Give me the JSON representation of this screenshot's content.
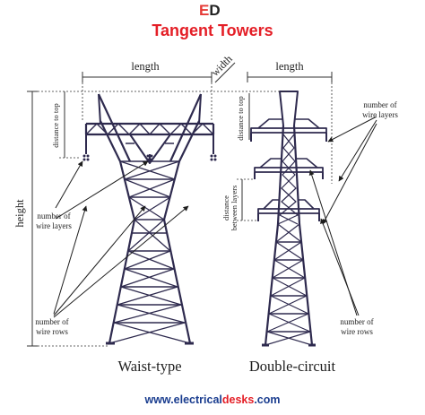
{
  "logo": {
    "e": "E",
    "d": "D"
  },
  "title": "Tangent Towers",
  "labels": {
    "length_left": "length",
    "length_right": "length",
    "width": "width",
    "height": "height",
    "distance_to_top_left": "distance to top",
    "distance_to_top_right": "distance to top",
    "distance_between_layers_line1": "distance",
    "distance_between_layers_line2": "between layers",
    "wire_layers_left_line1": "number of",
    "wire_layers_left_line2": "wire layers",
    "wire_rows_left_line1": "number of",
    "wire_rows_left_line2": "wire rows",
    "wire_layers_right_line1": "number of",
    "wire_layers_right_line2": "wire layers",
    "wire_rows_right_line1": "number of",
    "wire_rows_right_line2": "wire rows",
    "waist_type": "Waist-type",
    "double_circuit": "Double-circuit"
  },
  "footer": {
    "part1": "www.electrical",
    "part2": "desks",
    "part3": ".com"
  },
  "colors": {
    "tower": "#2e2a4e",
    "title": "#e41e26",
    "footer_blue": "#1a3d8f"
  }
}
